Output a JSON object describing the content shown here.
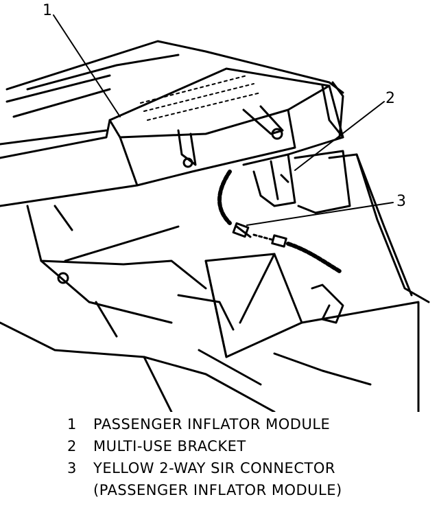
{
  "callouts": [
    {
      "number": "1"
    },
    {
      "number": "2"
    },
    {
      "number": "3"
    }
  ],
  "legend": {
    "items": [
      {
        "number": "1",
        "text": "PASSENGER INFLATOR MODULE"
      },
      {
        "number": "2",
        "text": "MULTI-USE BRACKET"
      },
      {
        "number": "3",
        "text": "YELLOW 2-WAY SIR CONNECTOR"
      }
    ],
    "continuation": "(PASSENGER INFLATOR MODULE)"
  }
}
